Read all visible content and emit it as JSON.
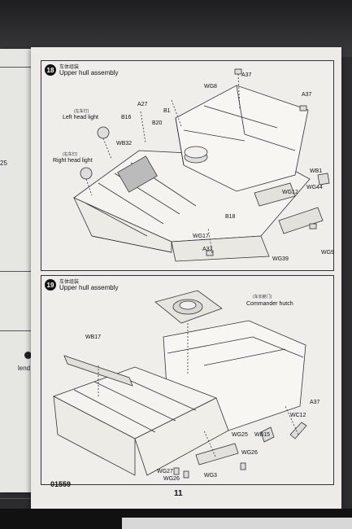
{
  "left_page": {
    "number_fragment": "25",
    "legend_fragment": "lend"
  },
  "step18": {
    "number": "18",
    "title_cn": "车体组装",
    "title": "Upper hull assembly",
    "labels": {
      "A37_top": "A37",
      "A37_right": "A37",
      "A37_bottom": "A37",
      "WG8": "WG8",
      "A27": "A27",
      "B1": "B1",
      "B16": "B16",
      "B20": "B20",
      "WB32": "WB32",
      "WB1": "WB1",
      "WG12": "WG12",
      "WG44": "WG44",
      "B18": "B18",
      "WG17": "WG17",
      "WG39": "WG39",
      "WG9": "WG9",
      "left_head_light_cn": "(左车灯)",
      "left_head_light": "Left head light",
      "right_head_light_cn": "(右车灯)",
      "right_head_light": "Right head light"
    }
  },
  "step19": {
    "number": "19",
    "title_cn": "车体组装",
    "title": "Upper hull assembly",
    "labels": {
      "commander_hutch_cn": "(车长舱门)",
      "commander_hutch": "Commander hutch",
      "WB17": "WB17",
      "A37": "A37",
      "WC12": "WC12",
      "WB15": "WB15",
      "WG25": "WG25",
      "WG26_right": "WG26",
      "WG27": "WG27",
      "WG26_left": "WG26",
      "WG3": "WG3"
    }
  },
  "footer": {
    "model_code": "01559",
    "page_number": "11"
  }
}
